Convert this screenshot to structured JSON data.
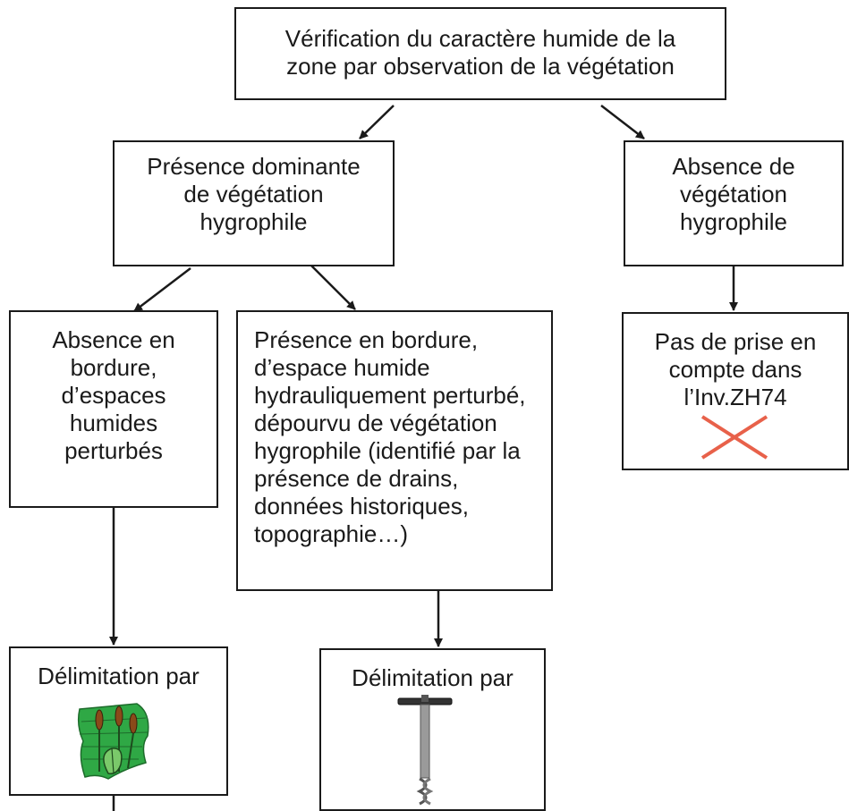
{
  "colors": {
    "stroke": "#1a1a1a",
    "cross": "#e8614a",
    "sheet_green": "#2fa845",
    "probe_gray": "#9a9a9a"
  },
  "nodes": {
    "root": {
      "text": "Vérification du caractère humide de la\nzone par observation de la végétation"
    },
    "presence": {
      "text": "Présence dominante\nde végétation\nhygrophile"
    },
    "absence": {
      "text": "Absence de\nvégétation\nhygrophile"
    },
    "absence_bordure": {
      "text": "Absence en\nbordure,\nd’espaces\nhumides\nperturbés"
    },
    "presence_bordure": {
      "text": "Présence en bordure,\nd’espace humide\nhydrauliquement perturbé,\ndépourvu de végétation\nhygrophile (identifié par la\nprésence de drains,\ndonnées historiques,\ntopographie…)"
    },
    "pas_de_prise": {
      "text": "Pas de prise en\ncompte dans\nl’Inv.ZH74"
    },
    "delim_veg": {
      "text": "Délimitation par",
      "icon": "vegetation-plot-icon"
    },
    "delim_sol": {
      "text": "Délimitation par",
      "icon": "soil-auger-icon"
    }
  }
}
